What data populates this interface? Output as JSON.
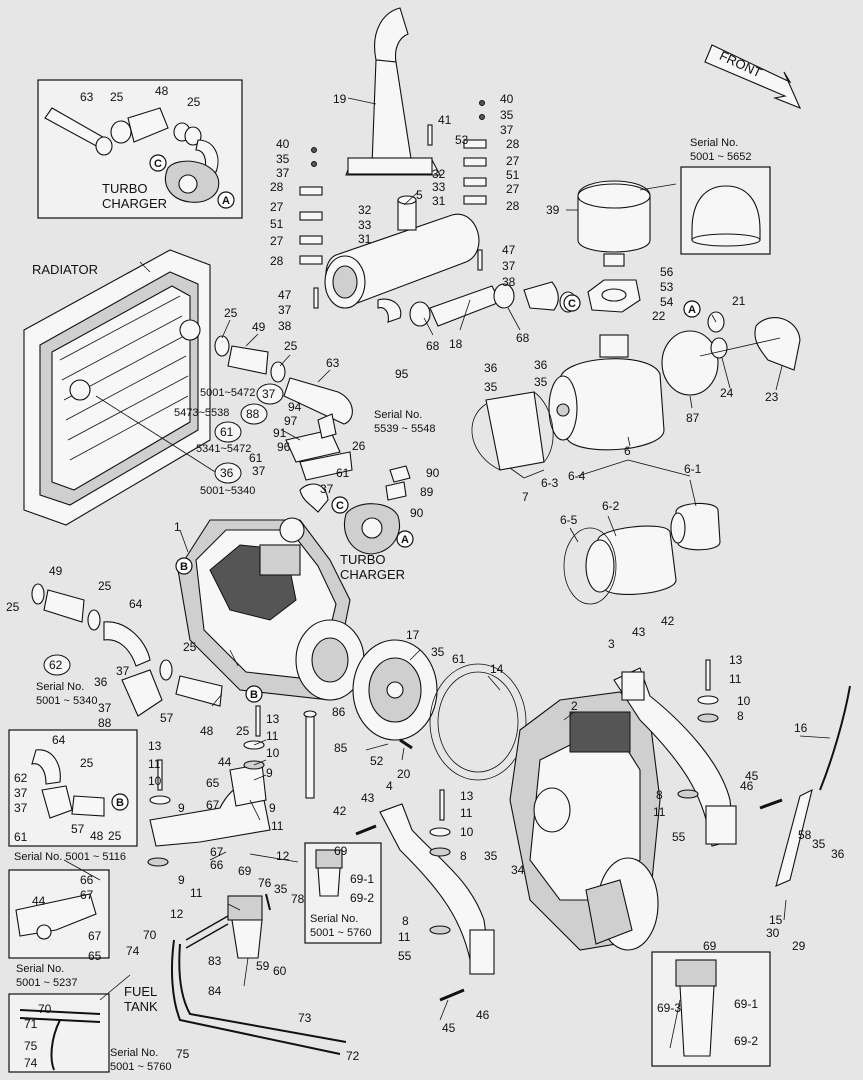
{
  "front_label": "FRONT",
  "captions": {
    "radiator": "RADIATOR",
    "turbo_charger_inset": "TURBO\nCHARGER",
    "turbo_charger_main": "TURBO\nCHARGER",
    "fuel_tank": "FUEL\nTANK",
    "serial_39": "Serial No.\n5001 ~ 5652",
    "serial_95": "Serial No.\n5539 ~ 5548",
    "serial_62": "Serial No.\n5001 ~ 5340",
    "serial_left_box": "Serial No. 5001 ~ 5116",
    "serial_44_box": "Serial No.\n5001 ~ 5237",
    "serial_fuel_box": "Serial No.\n5001 ~ 5760",
    "serial_69": "Serial No.\n5001 ~ 5760",
    "range_37": "5001~5472",
    "range_88": "5473~5538",
    "range_61": "5341~5472",
    "range_36": "5001~5340"
  },
  "callouts": [
    "1",
    "2",
    "3",
    "4",
    "5",
    "6",
    "6-1",
    "6-2",
    "6-3",
    "6-4",
    "6-5",
    "7",
    "8",
    "9",
    "10",
    "11",
    "12",
    "13",
    "14",
    "15",
    "16",
    "17",
    "18",
    "19",
    "20",
    "21",
    "22",
    "23",
    "24",
    "25",
    "26",
    "27",
    "28",
    "29",
    "30",
    "31",
    "32",
    "33",
    "34",
    "35",
    "36",
    "37",
    "38",
    "39",
    "40",
    "41",
    "42",
    "43",
    "44",
    "45",
    "46",
    "47",
    "48",
    "49",
    "51",
    "52",
    "53",
    "54",
    "55",
    "56",
    "57",
    "58",
    "59",
    "60",
    "61",
    "62",
    "63",
    "64",
    "65",
    "66",
    "67",
    "68",
    "69",
    "69-1",
    "69-2",
    "69-3",
    "70",
    "71",
    "72",
    "73",
    "74",
    "75",
    "76",
    "78",
    "83",
    "84",
    "85",
    "86",
    "87",
    "88",
    "89",
    "90",
    "91",
    "94",
    "95",
    "96",
    "97"
  ],
  "circle_markers": [
    "A",
    "B",
    "C"
  ]
}
